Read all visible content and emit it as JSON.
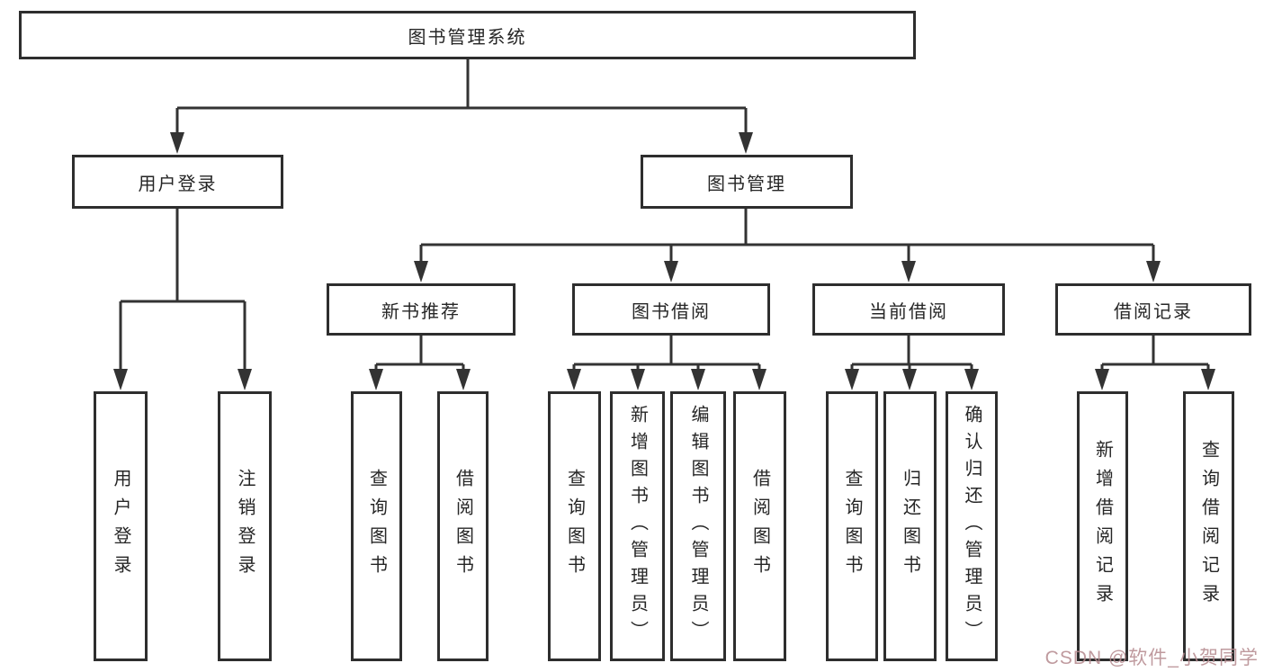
{
  "diagram": {
    "type": "hierarchy-flowchart",
    "title": "图书管理系统",
    "nodes": {
      "root": {
        "label": "图书管理系统"
      },
      "user_login": {
        "label": "用户登录"
      },
      "book_management": {
        "label": "图书管理"
      },
      "new_book_recommend": {
        "label": "新书推荐"
      },
      "book_borrow": {
        "label": "图书借阅"
      },
      "current_borrow": {
        "label": "当前借阅"
      },
      "borrow_records": {
        "label": "借阅记录"
      },
      "login_user_login": {
        "label": "用户登录"
      },
      "login_logout": {
        "label": "注销登录"
      },
      "rec_query_book": {
        "label": "查询图书"
      },
      "rec_borrow_book": {
        "label": "借阅图书"
      },
      "borrow_query_book": {
        "label": "查询图书"
      },
      "borrow_add_book": {
        "label": "新增图书（管理员）"
      },
      "borrow_edit_book": {
        "label": "编辑图书（管理员）"
      },
      "borrow_borrow_book": {
        "label": "借阅图书"
      },
      "current_query_book": {
        "label": "查询图书"
      },
      "current_return_book": {
        "label": "归还图书"
      },
      "current_confirm_return": {
        "label": "确认归还（管理员）"
      },
      "records_add_record": {
        "label": "新增借阅记录"
      },
      "records_query_record": {
        "label": "查询借阅记录"
      }
    },
    "hierarchy": {
      "图书管理系统": {
        "用户登录": [
          "用户登录",
          "注销登录"
        ],
        "图书管理": {
          "新书推荐": [
            "查询图书",
            "借阅图书"
          ],
          "图书借阅": [
            "查询图书",
            "新增图书（管理员）",
            "编辑图书（管理员）",
            "借阅图书"
          ],
          "当前借阅": [
            "查询图书",
            "归还图书",
            "确认归还（管理员）"
          ],
          "借阅记录": [
            "新增借阅记录",
            "查询借阅记录"
          ]
        }
      }
    }
  },
  "colors": {
    "line": "#333333",
    "box_border": "#2e2e2e",
    "text": "#262626",
    "background": "#ffffff",
    "watermark": "#b5898e"
  },
  "watermark": {
    "text": "CSDN @软件_小贺同学"
  }
}
